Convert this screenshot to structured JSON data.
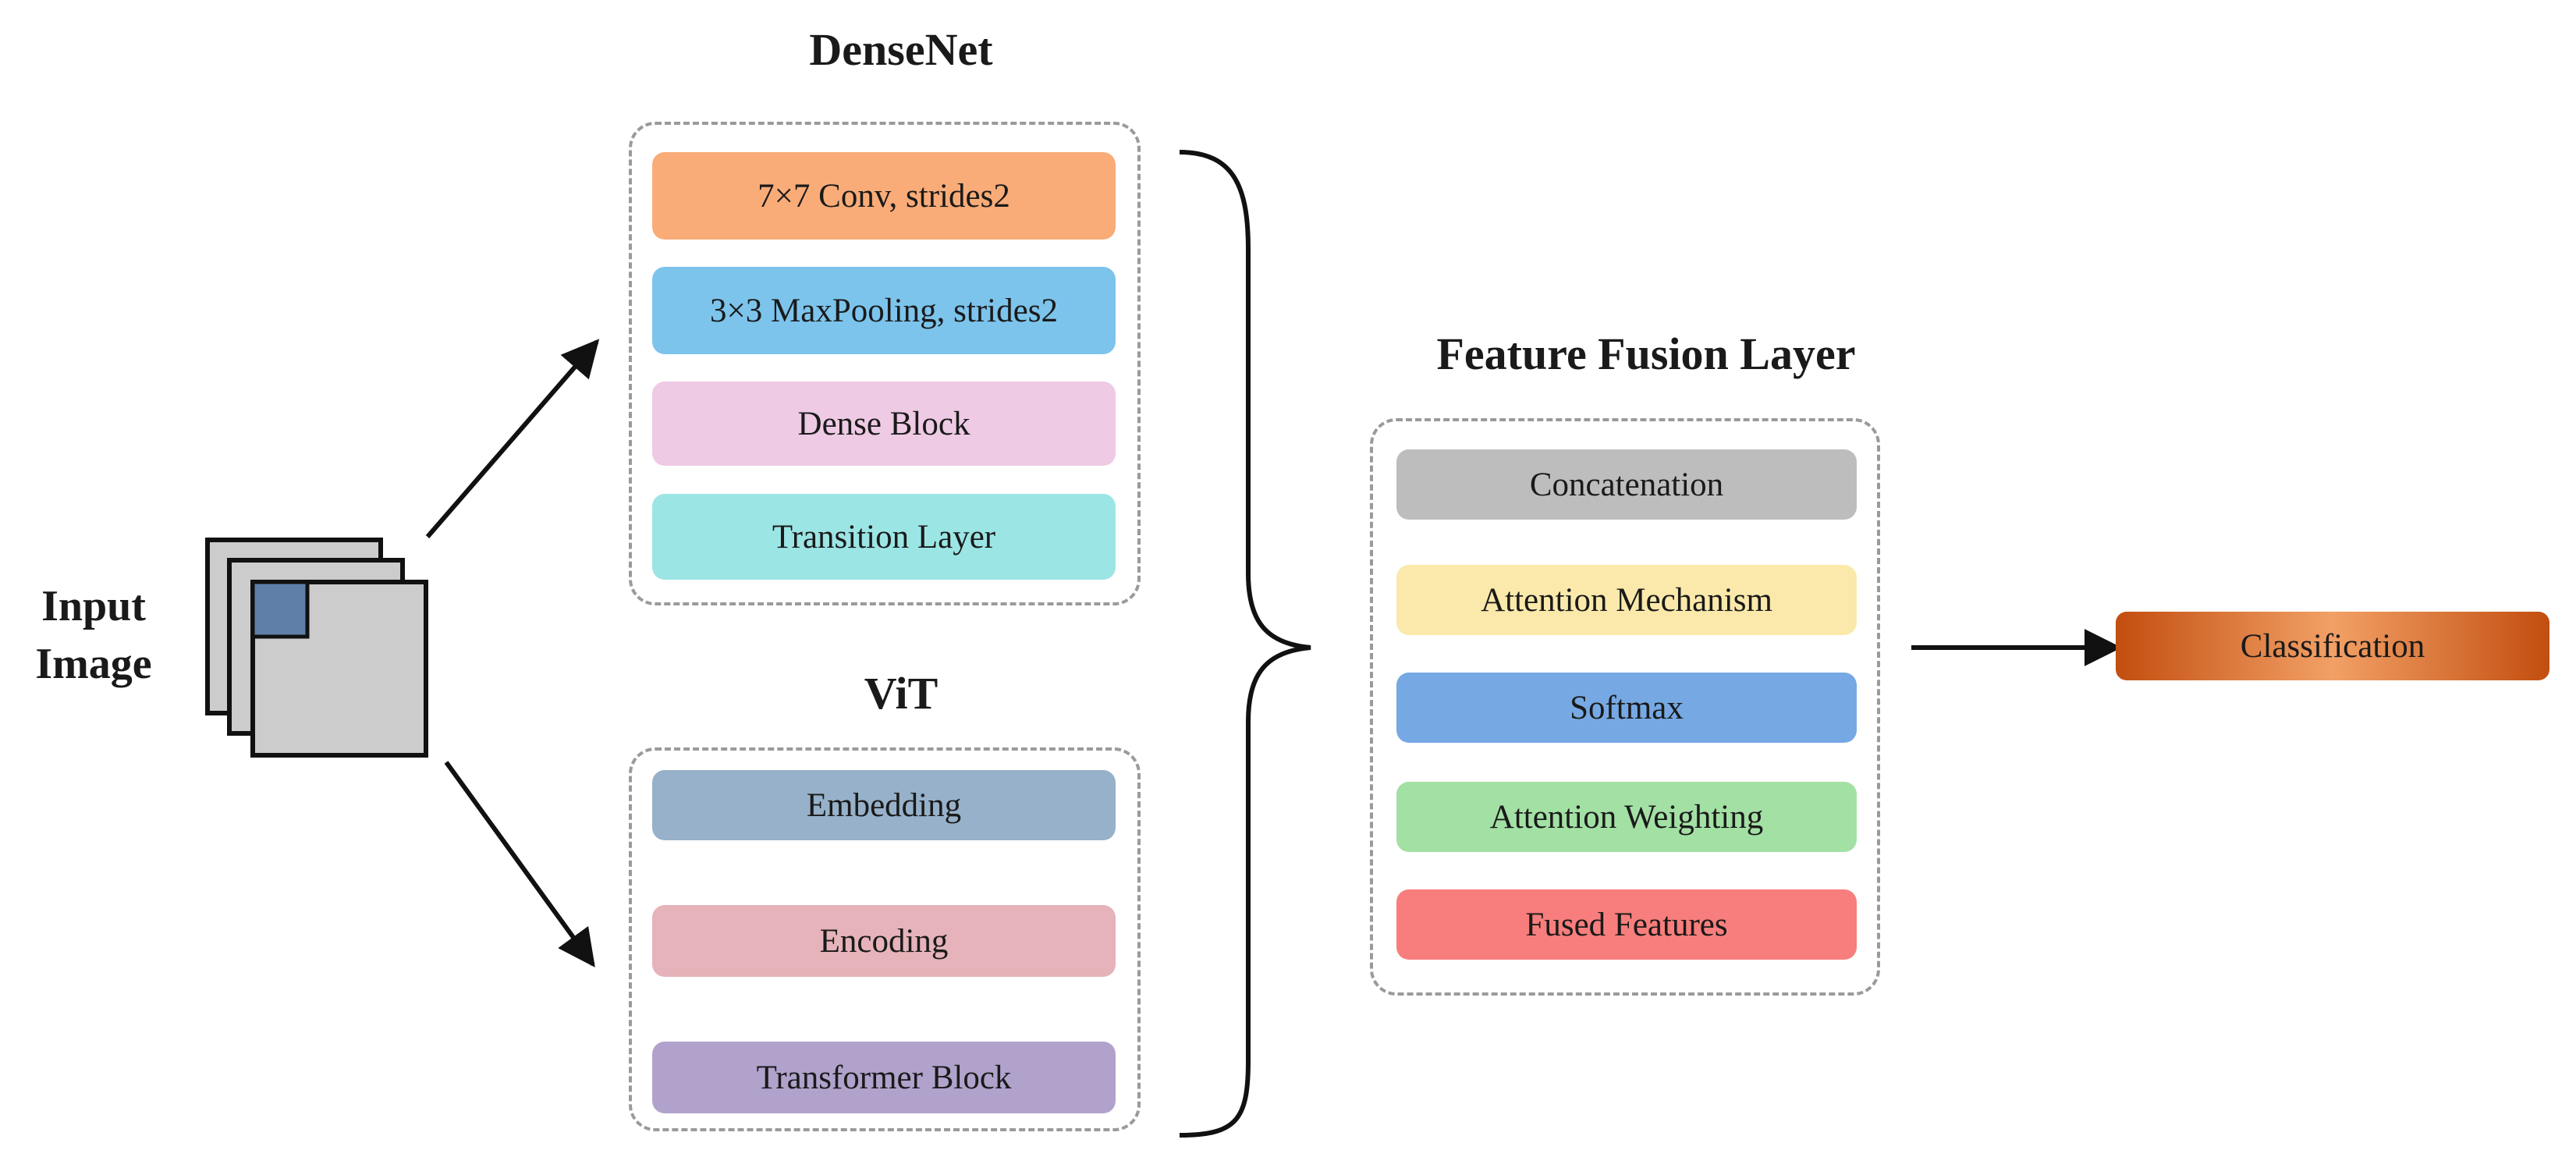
{
  "input": {
    "line1": "Input",
    "line2": "Image"
  },
  "densenet": {
    "title": "DenseNet",
    "blocks": [
      {
        "label": "7×7 Conv, strides2",
        "color": "#f9ac78"
      },
      {
        "label": "3×3 MaxPooling, strides2",
        "color": "#7cc4ec"
      },
      {
        "label": "Dense Block",
        "color": "#eecae4"
      },
      {
        "label": "Transition Layer",
        "color": "#9ce5e5"
      }
    ]
  },
  "vit": {
    "title": "ViT",
    "blocks": [
      {
        "label": "Embedding",
        "color": "#96b1c9"
      },
      {
        "label": "Encoding",
        "color": "#e5b3b9"
      },
      {
        "label": "Transformer Block",
        "color": "#b1a2cc"
      }
    ]
  },
  "fusion": {
    "title": "Feature Fusion Layer",
    "blocks": [
      {
        "label": "Concatenation",
        "color": "#bdbdbd"
      },
      {
        "label": "Attention Mechanism",
        "color": "#fbe9ab"
      },
      {
        "label": "Softmax",
        "color": "#76a9e3"
      },
      {
        "label": "Attention Weighting",
        "color": "#a3e0a4"
      },
      {
        "label": "Fused Features",
        "color": "#f77e7c"
      }
    ]
  },
  "output": {
    "label": "Classification",
    "color": "#d9692a"
  },
  "colors": {
    "stack_fill": "#cccccc",
    "patch_fill": "#5f7fa8",
    "stroke": "#111111"
  }
}
